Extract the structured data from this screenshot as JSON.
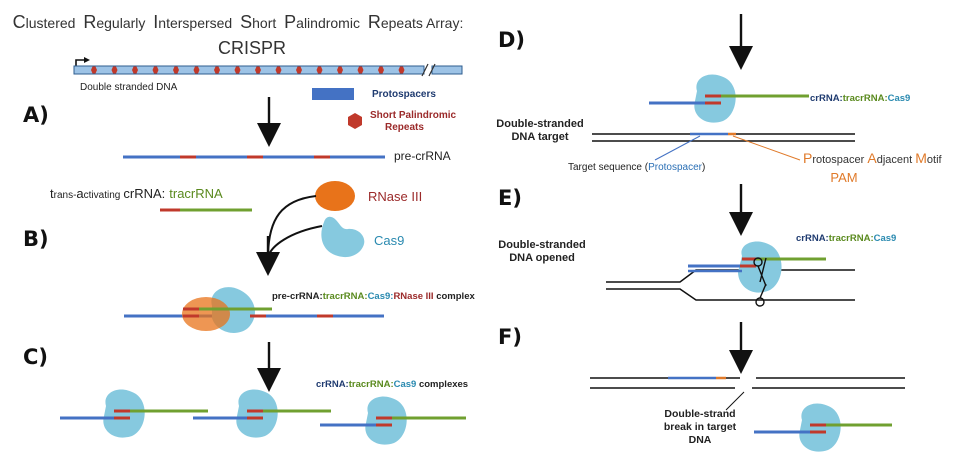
{
  "title": {
    "words": [
      {
        "initial": "C",
        "rest": "lustered"
      },
      {
        "initial": "R",
        "rest": "egularly"
      },
      {
        "initial": "I",
        "rest": "nterspersed"
      },
      {
        "initial": "S",
        "rest": "hort"
      },
      {
        "initial": "P",
        "rest": "alindromic"
      },
      {
        "initial": "R",
        "rest": "epeats Array:"
      }
    ],
    "acronym": "CRISPR"
  },
  "step_labels": {
    "a": "A)",
    "b": "B)",
    "c": "C)",
    "d": "D)",
    "e": "E)",
    "f": "F)"
  },
  "legend": {
    "dna_label": "Double stranded DNA",
    "protospacers": "Protospacers",
    "spr_line1": "Short Palindromic",
    "spr_line2": "Repeats"
  },
  "step_a": {
    "pre_crrna": "pre-crRNA"
  },
  "step_b": {
    "tracr_prefix1": "t",
    "tracr_word1": "rans-",
    "tracr_prefix2": "a",
    "tracr_word2": "ctivating",
    "tracr_prefix3": "cr",
    "tracr_word3": "RNA:",
    "tracr_name": "tracrRNA",
    "rnase": "RNase III",
    "cas9": "Cas9"
  },
  "complex_label": {
    "pre": "pre-crRNA:",
    "tracr": "tracrRNA:",
    "cas9": "Cas9:",
    "rnase": "RNase III",
    "suffix": " complex"
  },
  "step_c": {
    "crrna": "crRNA:",
    "tracr": "tracrRNA:",
    "cas9": "Cas9",
    "suffix": " complexes"
  },
  "step_d": {
    "crrna": "crRNA:",
    "tracr": "tracrRNA:",
    "cas9": "Cas9",
    "target_line1": "Double-stranded",
    "target_line2": "DNA target",
    "target_seq": "Target sequence (",
    "protospacer": "Protospacer",
    "close": ")",
    "pam_p": "P",
    "pam_rotospacer": "rotospacer ",
    "pam_a": "A",
    "pam_djacent": "djacent ",
    "pam_m": "M",
    "pam_otif": "otif",
    "pam": "PAM"
  },
  "step_e": {
    "crrna": "crRNA:",
    "tracr": "tracrRNA:",
    "cas9": "Cas9",
    "opened_line1": "Double-stranded",
    "opened_line2": "DNA opened"
  },
  "step_f": {
    "break_line1": "Double-strand",
    "break_line2": "break in target",
    "break_line3": "DNA"
  },
  "colors": {
    "dna_blue": "#4472c4",
    "repeat_red": "#c0392b",
    "tracr_green": "#70a030",
    "rnase_orange": "#e8731a",
    "cas9_blue": "#86c9df",
    "pam_orange": "#e07a2a",
    "text_dark_red": "#9b2a2a",
    "text_teal": "#2a8ab0",
    "text_navy": "#1f3b70"
  }
}
